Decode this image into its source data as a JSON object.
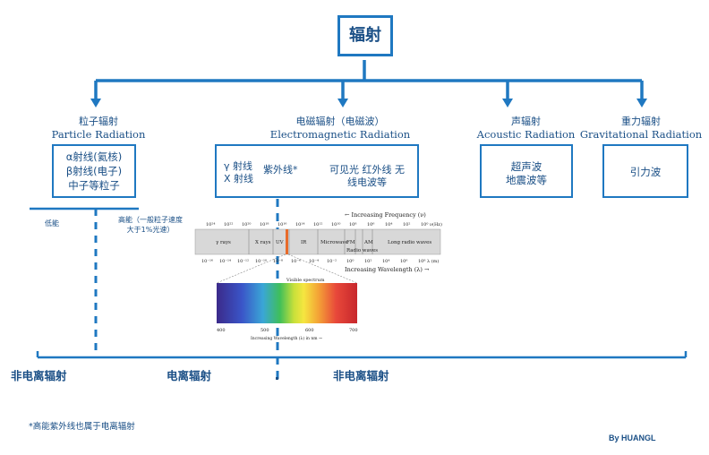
{
  "root": {
    "label": "辐射"
  },
  "categories": {
    "particle": {
      "cn": "粒子辐射",
      "en": "Particle Radiation",
      "items": [
        "α射线(氦核)",
        "β射线(电子)",
        "中子等粒子"
      ]
    },
    "em": {
      "cn": "电磁辐射（电磁波）",
      "en": "Electromagnetic Radiation",
      "col1": [
        "γ 射线",
        "X 射线"
      ],
      "col2": "紫外线*",
      "col3": [
        "可见光  红外线  无",
        "线电波等"
      ]
    },
    "acoustic": {
      "cn": "声辐射",
      "en": "Acoustic Radiation",
      "items": [
        "超声波",
        "地震波等"
      ]
    },
    "gravitational": {
      "cn": "重力辐射",
      "en": "Gravitational Radiation",
      "items": [
        "引力波"
      ]
    }
  },
  "energy_axis": {
    "low": "低能",
    "high_line1": "高能（一般粒子速度",
    "high_line2": "大于1%光速）"
  },
  "spectrum": {
    "freq_label": "← Increasing Frequency (ν)",
    "freq_ticks": [
      "10²⁴",
      "10²²",
      "10²⁰",
      "10¹⁸",
      "10¹⁶",
      "10¹⁴",
      "10¹²",
      "10¹⁰",
      "10⁸",
      "10⁶",
      "10⁴",
      "10²",
      "10⁰ ν(Hz)"
    ],
    "bands": [
      "γ rays",
      "X rays",
      "UV",
      "IR",
      "Microwave",
      "FM",
      "AM",
      "Long radio waves"
    ],
    "radio_label": "Radio waves",
    "wl_ticks": [
      "10⁻¹⁶",
      "10⁻¹⁴",
      "10⁻¹²",
      "10⁻¹⁰",
      "10⁻⁸",
      "10⁻⁶",
      "10⁻⁴",
      "10⁻²",
      "10⁰",
      "10²",
      "10⁴",
      "10⁶",
      "10⁸ λ (m)"
    ],
    "wl_label": "Increasing Wavelength (λ) →",
    "visible_title": "Visible spectrum",
    "visible_ticks": [
      "400",
      "500",
      "600",
      "700"
    ],
    "visible_label": "Increasing Wavelength (λ) in nm →"
  },
  "bottom": {
    "left": "非电离辐射",
    "middle": "电离辐射",
    "right": "非电离辐射"
  },
  "footnote": "*高能紫外线也属于电离辐射",
  "credit": "By HUANGL",
  "colors": {
    "line": "#1f78c1",
    "text": "#1a4f86"
  }
}
